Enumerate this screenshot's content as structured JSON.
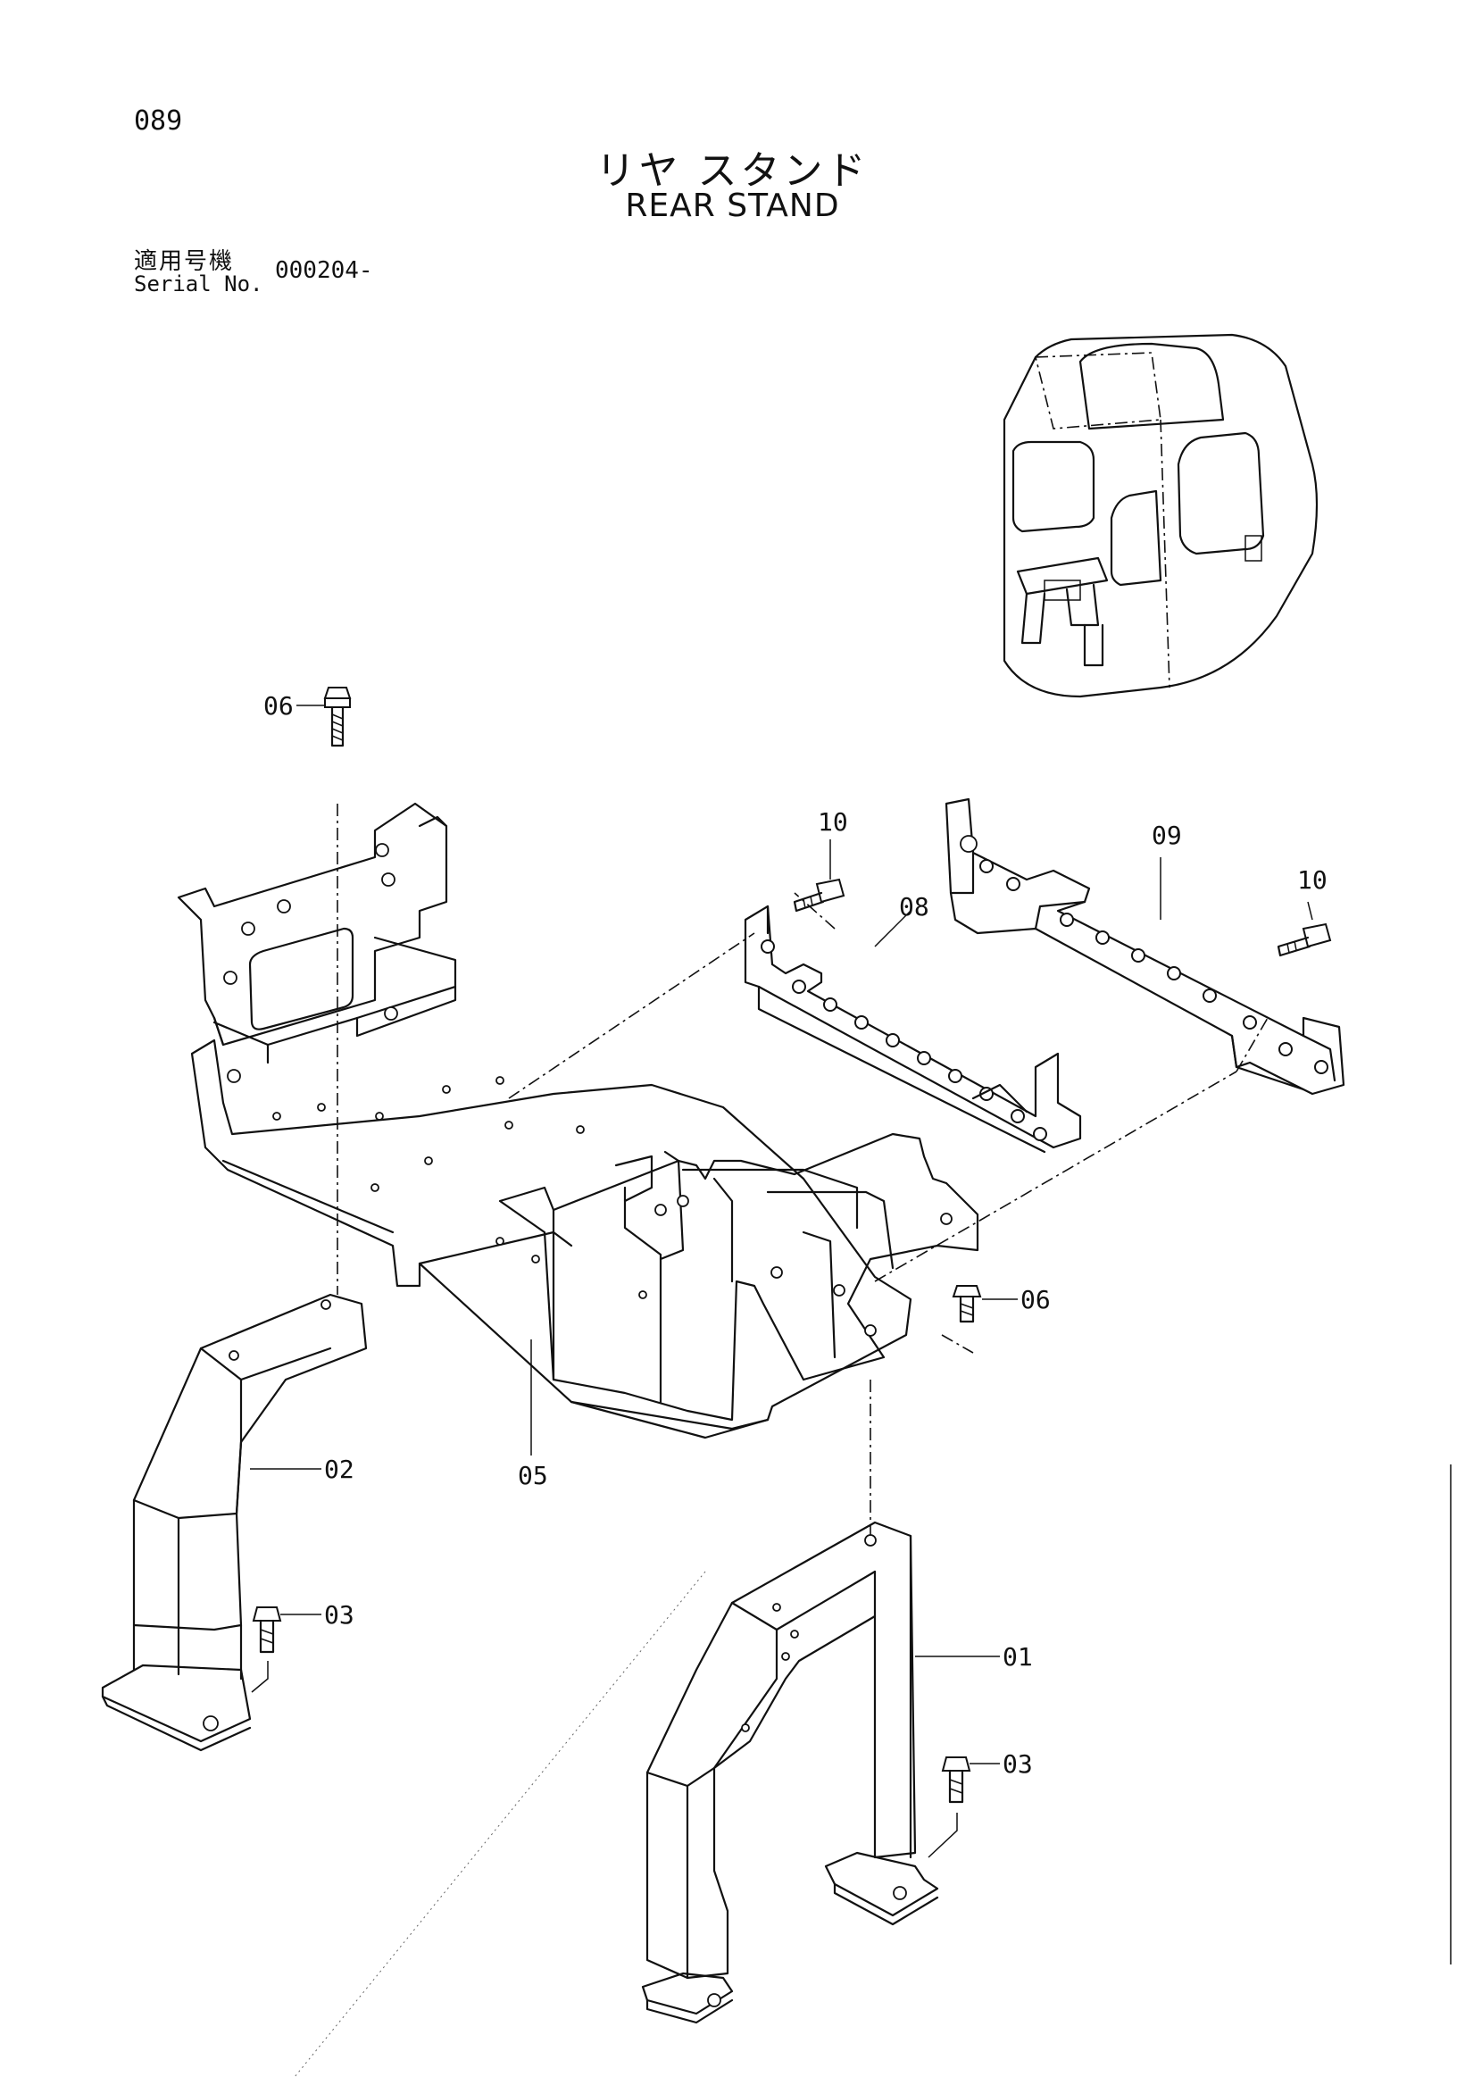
{
  "header": {
    "page_number": "089",
    "title_jp": "リヤ スタンド",
    "title_en": "REAR STAND",
    "serial_label_jp": "適用号機",
    "serial_label_en": "Serial No.",
    "serial_value": "000204-"
  },
  "callouts": [
    {
      "id": "06",
      "part": "bolt-upper-left"
    },
    {
      "id": "10",
      "part": "bolt-bracket-08"
    },
    {
      "id": "08",
      "part": "bracket"
    },
    {
      "id": "09",
      "part": "bracket"
    },
    {
      "id": "10",
      "part": "bolt-bracket-09"
    },
    {
      "id": "06",
      "part": "bolt-right"
    },
    {
      "id": "02",
      "part": "leg-left"
    },
    {
      "id": "05",
      "part": "stand-base"
    },
    {
      "id": "03",
      "part": "bolt-leg-left"
    },
    {
      "id": "01",
      "part": "leg-right"
    },
    {
      "id": "03",
      "part": "bolt-leg-right"
    }
  ]
}
